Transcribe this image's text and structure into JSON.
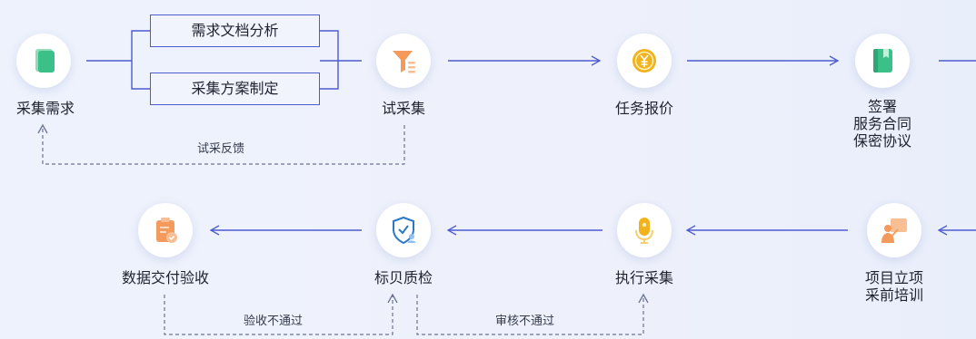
{
  "nodes": {
    "collect_requirements": {
      "label": "采集需求",
      "icon": "document-icon"
    },
    "trial_collection": {
      "label": "试采集",
      "icon": "funnel-icon"
    },
    "task_quote": {
      "label": "任务报价",
      "icon": "yen-coin-icon"
    },
    "sign_contract": {
      "line1": "签署",
      "line2": "服务合同",
      "line3": "保密协议",
      "icon": "book-icon"
    },
    "project_setup": {
      "line1": "项目立项",
      "line2": "采前培训",
      "icon": "presentation-icon"
    },
    "execute_collection": {
      "label": "执行采集",
      "icon": "microphone-icon"
    },
    "annotation_qc": {
      "label": "标贝质检",
      "icon": "shield-check-icon"
    },
    "data_delivery": {
      "label": "数据交付验收",
      "icon": "clipboard-check-icon"
    }
  },
  "boxes": {
    "requirement_doc_analysis": "需求文档分析",
    "collection_plan": "采集方案制定"
  },
  "feedback": {
    "trial_feedback": "试采反馈",
    "acceptance_failed": "验收不通过",
    "review_failed": "审核不通过"
  },
  "colors": {
    "flow_line": "#4d5bd0",
    "feedback_line": "#6b7390",
    "icon_green": "#3cc08a",
    "icon_orange": "#f49a5c",
    "icon_gold": "#f2b21c",
    "icon_blue": "#2a78c9"
  }
}
